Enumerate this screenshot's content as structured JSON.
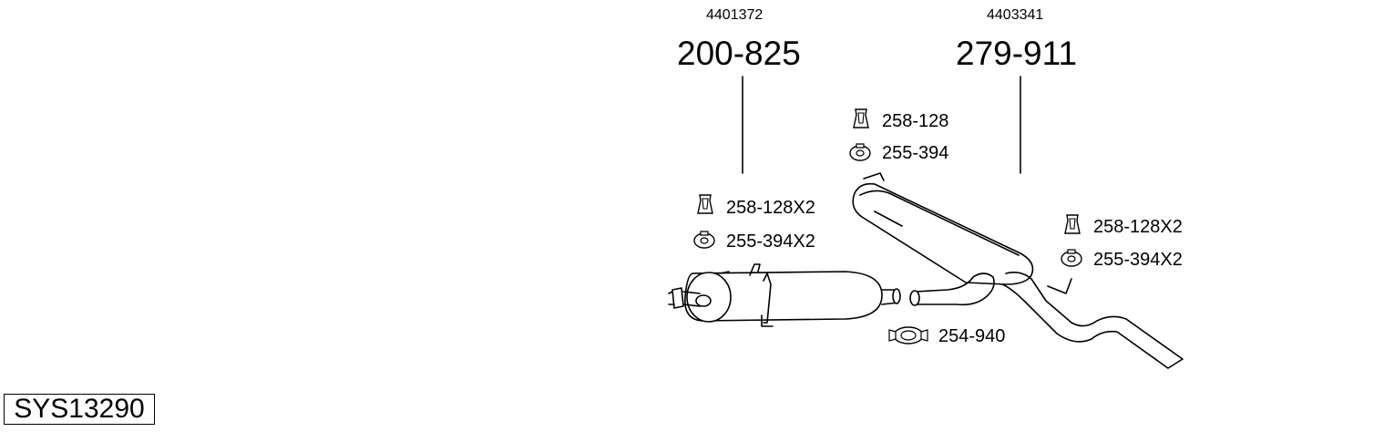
{
  "system_code": "SYS13290",
  "parts": [
    {
      "oe_number": "4401372",
      "part_number": "200-825"
    },
    {
      "oe_number": "4403341",
      "part_number": "279-911"
    }
  ],
  "accessories": {
    "front_rubber": "258-128X2",
    "front_hanger": "255-394X2",
    "mid_rubber": "258-128",
    "mid_hanger": "255-394",
    "rear_rubber": "258-128X2",
    "rear_hanger": "255-394X2",
    "clamp": "254-940"
  },
  "icons": [
    "rubber-mount-icon",
    "hanger-ring-icon",
    "clamp-icon"
  ]
}
